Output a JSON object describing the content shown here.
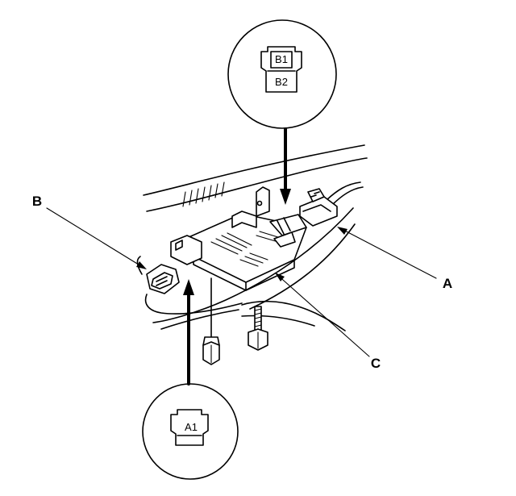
{
  "callouts": {
    "a": "A",
    "b": "B",
    "c": "C"
  },
  "connector_top": {
    "pins": [
      "B1",
      "B2"
    ]
  },
  "connector_bottom": {
    "pins": [
      "A1"
    ]
  }
}
